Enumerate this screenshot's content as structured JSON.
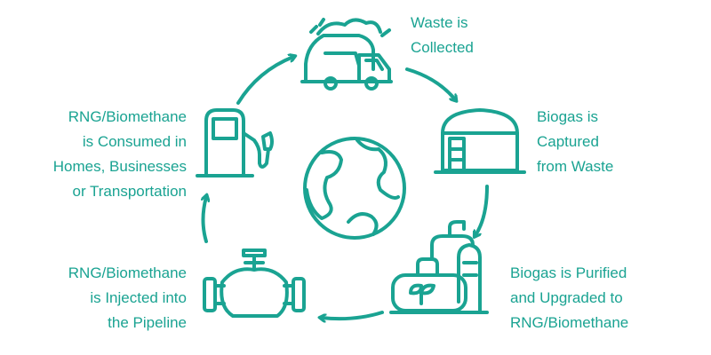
{
  "accent_color": "#1aa392",
  "steps": [
    {
      "icon": "garbage-truck-icon",
      "lines": [
        "Waste is",
        "Collected"
      ]
    },
    {
      "icon": "biogas-tank-icon",
      "lines": [
        "Biogas is",
        "Captured",
        "from Waste"
      ]
    },
    {
      "icon": "purification-plant-icon",
      "lines": [
        "Biogas is Purified",
        "and Upgraded to",
        "RNG/Biomethane"
      ]
    },
    {
      "icon": "pipeline-valve-icon",
      "lines": [
        "RNG/Biomethane",
        "is Injected into",
        "the Pipeline"
      ]
    },
    {
      "icon": "fuel-pump-icon",
      "lines": [
        "RNG/Biomethane",
        "is Consumed in",
        "Homes, Businesses",
        "or Transportation"
      ]
    }
  ],
  "center_icon": "globe-icon"
}
